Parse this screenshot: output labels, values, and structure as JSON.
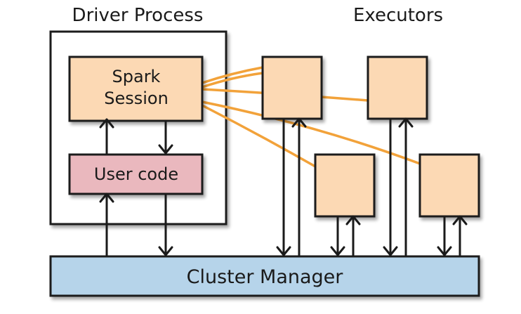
{
  "labels": {
    "driver_process": "Driver Process",
    "executors": "Executors",
    "spark_session_line1": "Spark",
    "spark_session_line2": "Session",
    "user_code": "User code",
    "cluster_manager": "Cluster Manager"
  },
  "colors": {
    "spark_session_fill": "#fcd9b4",
    "executor_fill": "#fcd9b4",
    "user_code_fill": "#eab8be",
    "cluster_manager_fill": "#b6d4ea",
    "connector": "#f2a23a",
    "outline": "#1a1a1a"
  }
}
